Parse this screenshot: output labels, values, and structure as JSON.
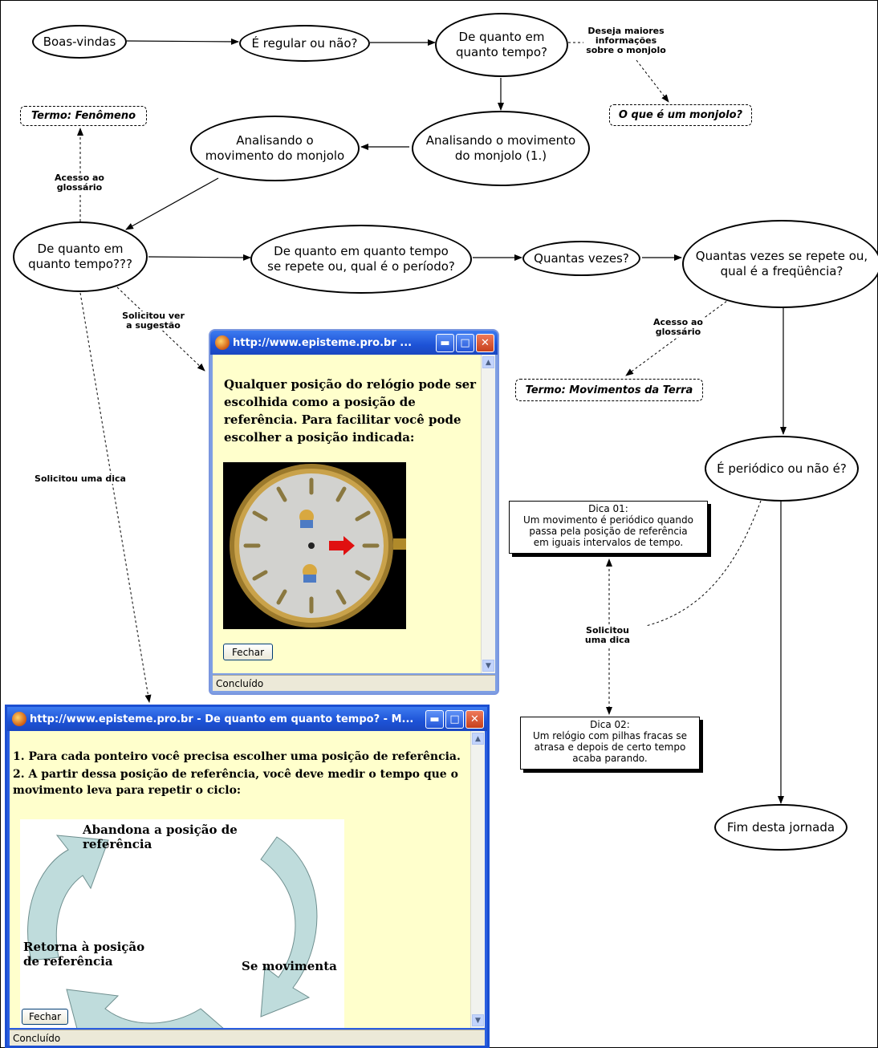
{
  "nodes": {
    "boas_vindas": "Boas-vindas",
    "regular": "É regular ou não?",
    "quanto_tempo_1": "De quanto em\nquanto tempo?",
    "monjolo_1": "Analisando o movimento\ndo monjolo (1.)",
    "monjolo": "Analisando o\nmovimento do monjolo",
    "quanto_tempo_3q": "De quanto em\nquanto tempo???",
    "periodo": "De quanto em quanto tempo\nse repete ou, qual é o período?",
    "quantas_vezes": "Quantas vezes?",
    "frequencia": "Quantas vezes se repete ou,\nqual é a freqüência?",
    "periodico": "É periódico ou não é?",
    "fim": "Fim desta jornada"
  },
  "terms": {
    "fenomeno": "Termo: Fenômeno",
    "monjolo_q": "O que é um monjolo?",
    "movimentos_terra": "Termo: Movimentos da Terra"
  },
  "labels": {
    "deseja": "Deseja maiores\ninformações\nsobre o monjolo",
    "glossario_1": "Acesso ao\nglossário",
    "sugestao": "Solicitou ver\na sugestão",
    "dica_left": "Solicitou uma dica",
    "glossario_2": "Acesso ao\nglossário",
    "dica_mid": "Solicitou\numa dica"
  },
  "hints": {
    "dica01": "Dica 01:\nUm movimento é periódico quando\npassa pela posição de referência\nem iguais intervalos de tempo.",
    "dica02": "Dica 02:\nUm relógio com pilhas fracas se\natrasa e depois de certo tempo\nacaba parando."
  },
  "popup1": {
    "title": "http://www.episteme.pro.br ...",
    "text": "Qualquer posição do relógio pode ser escolhida como a posição de referência. Para facilitar você pode escolher a posição indicada:",
    "button": "Fechar",
    "status": "Concluído"
  },
  "popup2": {
    "title": "http://www.episteme.pro.br - De quanto em quanto tempo? - M...",
    "line1": "1. Para cada ponteiro você precisa escolher uma posição de referência.",
    "line2": "2. A partir dessa posição de referência, você deve medir o tempo que o movimento leva para repetir o ciclo:",
    "cycle_top": "Abandona a posição de referência",
    "cycle_right": "Se movimenta",
    "cycle_left": "Retorna à posição\nde referência",
    "button": "Fechar",
    "status": "Concluído"
  },
  "colors": {
    "popup_bg": "#ffffcc",
    "titlebar": "#1d52d6",
    "cycle_arrow": "#bfdcdc"
  },
  "icons": [
    "firefox-icon",
    "minimize-icon",
    "maximize-icon",
    "close-icon",
    "scroll-up-icon",
    "scroll-down-icon",
    "clock-image",
    "red-arrow-icon"
  ]
}
